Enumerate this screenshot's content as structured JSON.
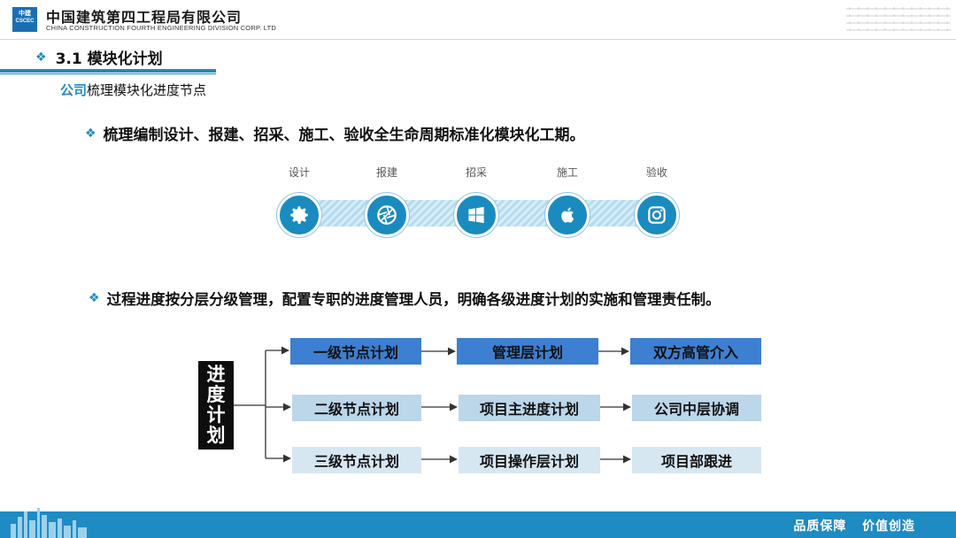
{
  "header": {
    "logo_text": "中建\nCSCEC",
    "company_cn": "中国建筑第四工程局有限公司",
    "company_en": "CHINA CONSTRUCTION FOURTH ENGINEERING DIVISION CORP. LTD"
  },
  "section": {
    "title": "3.1 模块化计划",
    "subtitle_highlight": "公司",
    "subtitle_rest": "梳理模块化进度节点"
  },
  "bullets": [
    "梳理编制设计、报建、招采、施工、验收全生命周期标准化模块化工期。",
    "过程进度按分层分级管理，配置专职的进度管理人员，明确各级进度计划的实施和管理责任制。"
  ],
  "stages": [
    {
      "label": "设计",
      "icon": "gear-icon"
    },
    {
      "label": "报建",
      "icon": "aperture-icon"
    },
    {
      "label": "招采",
      "icon": "windows-icon"
    },
    {
      "label": "施工",
      "icon": "apple-icon"
    },
    {
      "label": "验收",
      "icon": "instagram-icon"
    }
  ],
  "tree": {
    "root": "进度计划",
    "rows": [
      [
        "一级节点计划",
        "管理层计划",
        "双方高管介入"
      ],
      [
        "二级节点计划",
        "项目主进度计划",
        "公司中层协调"
      ],
      [
        "三级节点计划",
        "项目操作层计划",
        "项目部跟进"
      ]
    ]
  },
  "footer": {
    "slogan": "品质保障   价值创造"
  },
  "colors": {
    "accent": "#1e8bc3",
    "dark_box": "#3d7fd1",
    "light_box": "#d6e7f2"
  }
}
